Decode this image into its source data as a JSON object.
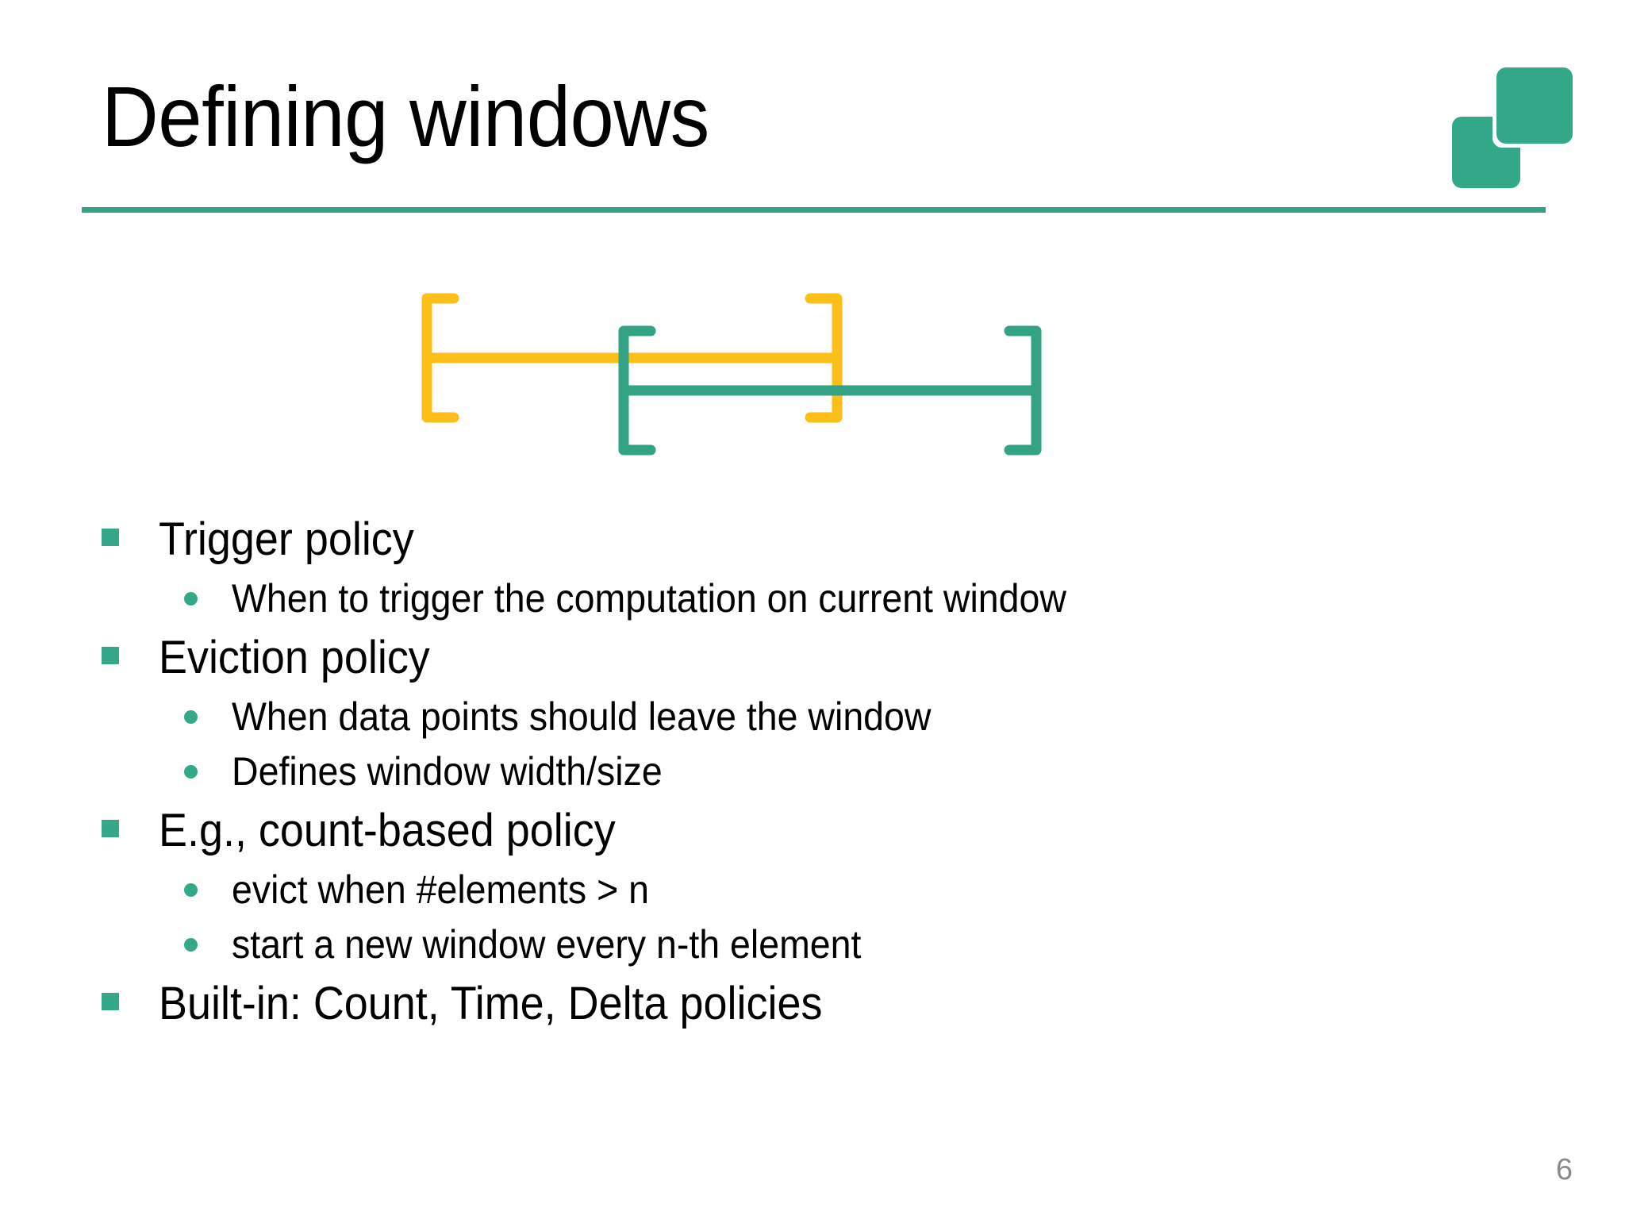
{
  "slide": {
    "title": "Defining windows",
    "page_number": "6",
    "accent_color": "#34A285",
    "logo_color": "#34A98A",
    "rule_color": "#34A285",
    "background": "#ffffff",
    "page_number_color": "#8a8a8a"
  },
  "logo": {
    "name": "two-overlapping-rounded-squares",
    "color": "#34A98A"
  },
  "diagram": {
    "name": "overlapping-windows-diagram",
    "description": "Two overlapping window brackets illustrating sliding windows",
    "windows": [
      {
        "label": "window-1",
        "color": "#FBBF17",
        "color_name": "yellow"
      },
      {
        "label": "window-2",
        "color": "#34A285",
        "color_name": "teal"
      }
    ]
  },
  "content": {
    "bullets": [
      {
        "level": 1,
        "text": "Trigger policy"
      },
      {
        "level": 2,
        "text": "When to trigger the computation on current window"
      },
      {
        "level": 1,
        "text": "Eviction policy"
      },
      {
        "level": 2,
        "text": "When data points should leave the window"
      },
      {
        "level": 2,
        "text": "Defines window width/size"
      },
      {
        "level": 1,
        "text": "E.g., count-based policy"
      },
      {
        "level": 2,
        "text": "evict when #elements > n"
      },
      {
        "level": 2,
        "text": "start a new window every n-th element"
      },
      {
        "level": 1,
        "text": "Built-in: Count, Time, Delta policies"
      }
    ]
  }
}
